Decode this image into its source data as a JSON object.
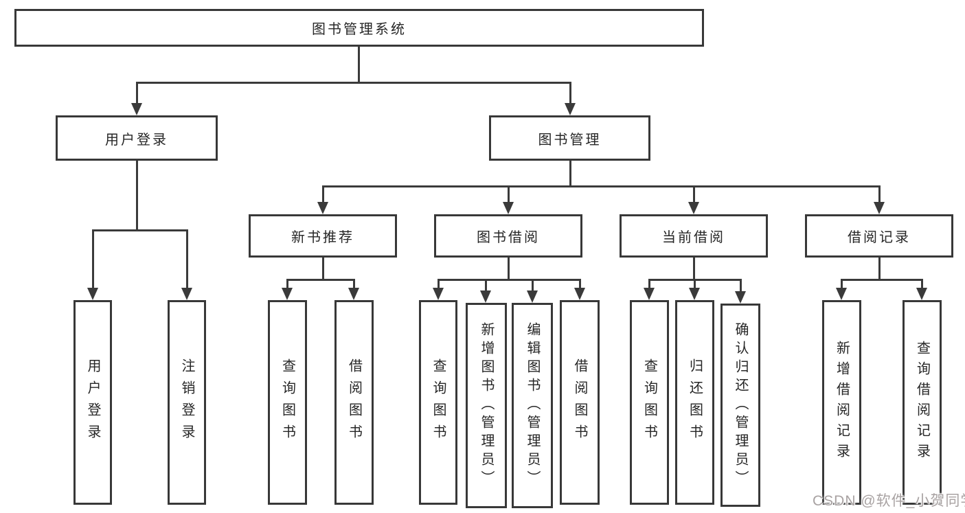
{
  "page": {
    "background": "#ffffff",
    "line_color": "#3a3a3a",
    "box_border_color": "#383838",
    "text_color": "#262626"
  },
  "watermark": {
    "text": "CSDN @软件_小贺同学",
    "color": "#a8a2a2"
  },
  "diagram": {
    "root": {
      "label": "图书管理系统"
    },
    "branches": [
      {
        "label": "用户登录",
        "children": [
          {
            "label": "用户登录"
          },
          {
            "label": "注销登录"
          }
        ]
      },
      {
        "label": "图书管理",
        "children": [
          {
            "label": "新书推荐",
            "children": [
              {
                "label": "查询图书"
              },
              {
                "label": "借阅图书"
              }
            ]
          },
          {
            "label": "图书借阅",
            "children": [
              {
                "label": "查询图书"
              },
              {
                "label": "新增图书（管理员）"
              },
              {
                "label": "编辑图书（管理员）"
              },
              {
                "label": "借阅图书"
              }
            ]
          },
          {
            "label": "当前借阅",
            "children": [
              {
                "label": "查询图书"
              },
              {
                "label": "归还图书"
              },
              {
                "label": "确认归还（管理员）"
              }
            ]
          },
          {
            "label": "借阅记录",
            "children": [
              {
                "label": "新增借阅记录"
              },
              {
                "label": "查询借阅记录"
              }
            ]
          }
        ]
      }
    ]
  }
}
